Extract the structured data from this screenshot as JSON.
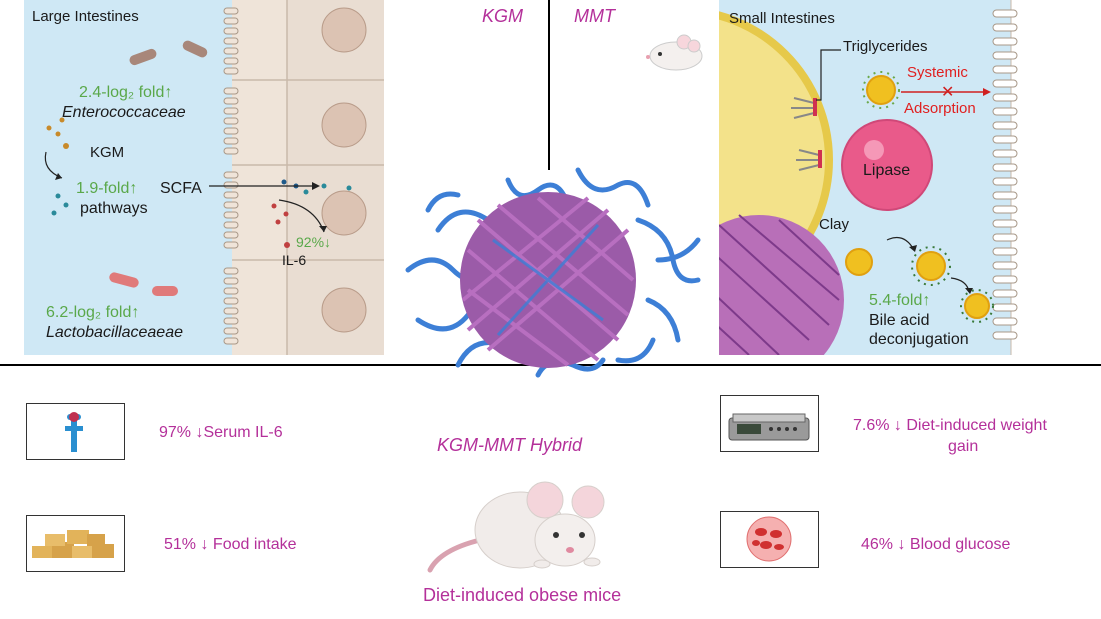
{
  "header": {
    "kgm_label": "KGM",
    "mmt_label": "MMT"
  },
  "left_panel": {
    "title": "Large Intestines",
    "enterococcaceae_fold": "2.4-log₂ fold↑",
    "enterococcaceae_name": "Enterococcaceae",
    "kgm": "KGM",
    "scfa_fold": "1.9-fold↑",
    "scfa_label_1": "SCFA",
    "scfa_label_2": "pathways",
    "il6_change": "92%↓",
    "il6_label": "IL-6",
    "lacto_fold": "6.2-log₂ fold↑",
    "lacto_name": "Lactobacillaceaeae"
  },
  "right_panel": {
    "title": "Small Intestines",
    "triglycerides": "Triglycerides",
    "systemic_1": "Systemic",
    "systemic_2": "Adsorption",
    "lipase": "Lipase",
    "clay": "Clay",
    "bile_fold": "5.4-fold↑",
    "bile_1": "Bile acid",
    "bile_2": "deconjugation"
  },
  "center": {
    "hybrid_label": "KGM-MMT Hybrid",
    "mice_label": "Diet-induced obese mice"
  },
  "outcomes": {
    "il6": "97% ↓Serum IL-6",
    "food": "51% ↓ Food intake",
    "weight_1": "7.6% ↓ Diet-induced weight",
    "weight_2": "gain",
    "glucose": "46% ↓ Blood glucose"
  },
  "colors": {
    "panel_bg": "#cfe8f5",
    "green": "#5aa84a",
    "magenta": "#b4309a",
    "fiber": "#3d7fd6",
    "clay": "#9b5ba8",
    "red": "#e02020"
  }
}
